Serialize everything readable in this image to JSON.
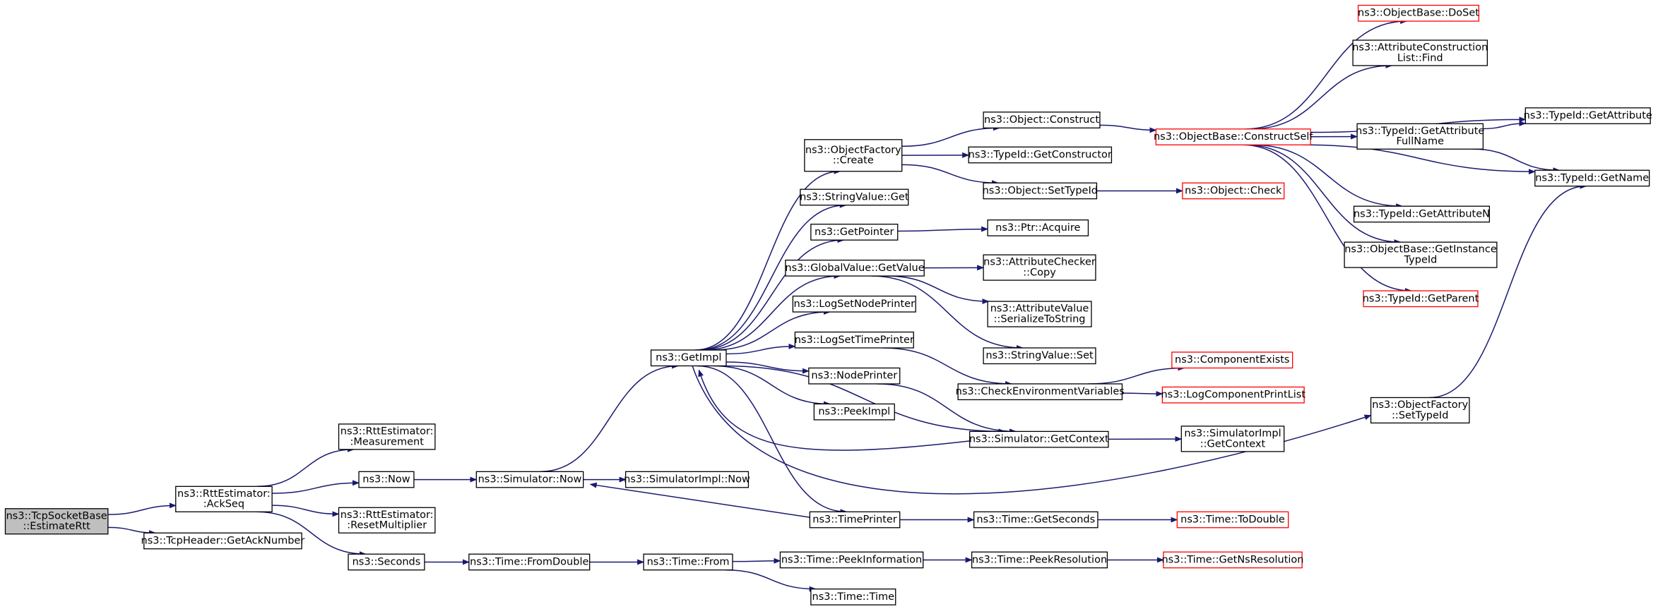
{
  "graph": {
    "colors": {
      "edge": "#191970",
      "border": "#000000",
      "highlight_border": "#ff0000",
      "root_fill": "#bfbfbf"
    },
    "nodes": [
      {
        "id": "n0",
        "label": [
          "ns3::TcpSocketBase",
          "::EstimateRtt"
        ],
        "style": "root"
      },
      {
        "id": "n1",
        "label": [
          "ns3::RttEstimator:",
          ":AckSeq"
        ]
      },
      {
        "id": "n2",
        "label": [
          "ns3::TcpHeader::GetAckNumber"
        ]
      },
      {
        "id": "n3",
        "label": [
          "ns3::RttEstimator:",
          ":Measurement"
        ]
      },
      {
        "id": "n4",
        "label": [
          "ns3::Now"
        ]
      },
      {
        "id": "n5",
        "label": [
          "ns3::RttEstimator:",
          ":ResetMultiplier"
        ]
      },
      {
        "id": "n6",
        "label": [
          "ns3::Seconds"
        ]
      },
      {
        "id": "n7",
        "label": [
          "ns3::Simulator::Now"
        ]
      },
      {
        "id": "n8",
        "label": [
          "ns3::Time::FromDouble"
        ]
      },
      {
        "id": "n9",
        "label": [
          "ns3::GetImpl"
        ]
      },
      {
        "id": "n10",
        "label": [
          "ns3::SimulatorImpl::Now"
        ]
      },
      {
        "id": "n11",
        "label": [
          "ns3::Time::From"
        ]
      },
      {
        "id": "n12",
        "label": [
          "ns3::ObjectFactory",
          "::Create"
        ]
      },
      {
        "id": "n13",
        "label": [
          "ns3::StringValue::Get"
        ]
      },
      {
        "id": "n14",
        "label": [
          "ns3::GetPointer"
        ]
      },
      {
        "id": "n15",
        "label": [
          "ns3::GlobalValue::GetValue"
        ]
      },
      {
        "id": "n16",
        "label": [
          "ns3::LogSetNodePrinter"
        ]
      },
      {
        "id": "n17",
        "label": [
          "ns3::LogSetTimePrinter"
        ]
      },
      {
        "id": "n18",
        "label": [
          "ns3::NodePrinter"
        ]
      },
      {
        "id": "n19",
        "label": [
          "ns3::PeekImpl"
        ]
      },
      {
        "id": "n20",
        "label": [
          "ns3::TimePrinter"
        ]
      },
      {
        "id": "n21",
        "label": [
          "ns3::Time::PeekInformation"
        ]
      },
      {
        "id": "n22",
        "label": [
          "ns3::Time::Time"
        ]
      },
      {
        "id": "n23",
        "label": [
          "ns3::Object::Construct"
        ]
      },
      {
        "id": "n24",
        "label": [
          "ns3::TypeId::GetConstructor"
        ]
      },
      {
        "id": "n25",
        "label": [
          "ns3::Object::SetTypeId"
        ]
      },
      {
        "id": "n26",
        "label": [
          "ns3::Ptr::Acquire"
        ]
      },
      {
        "id": "n27",
        "label": [
          "ns3::AttributeChecker",
          "::Copy"
        ]
      },
      {
        "id": "n28",
        "label": [
          "ns3::AttributeValue",
          "::SerializeToString"
        ]
      },
      {
        "id": "n29",
        "label": [
          "ns3::StringValue::Set"
        ]
      },
      {
        "id": "n30",
        "label": [
          "ns3::CheckEnvironmentVariables"
        ]
      },
      {
        "id": "n31",
        "label": [
          "ns3::Simulator::GetContext"
        ]
      },
      {
        "id": "n32",
        "label": [
          "ns3::Time::GetSeconds"
        ]
      },
      {
        "id": "n33",
        "label": [
          "ns3::Time::PeekResolution"
        ]
      },
      {
        "id": "n34",
        "label": [
          "ns3::ObjectBase::ConstructSelf"
        ],
        "style": "red"
      },
      {
        "id": "n35",
        "label": [
          "ns3::Object::Check"
        ],
        "style": "red"
      },
      {
        "id": "n36",
        "label": [
          "ns3::ComponentExists"
        ],
        "style": "red"
      },
      {
        "id": "n37",
        "label": [
          "ns3::LogComponentPrintList"
        ],
        "style": "red"
      },
      {
        "id": "n38",
        "label": [
          "ns3::SimulatorImpl",
          "::GetContext"
        ]
      },
      {
        "id": "n39",
        "label": [
          "ns3::Time::ToDouble"
        ],
        "style": "red"
      },
      {
        "id": "n40",
        "label": [
          "ns3::Time::GetNsResolution"
        ],
        "style": "red"
      },
      {
        "id": "n41",
        "label": [
          "ns3::ObjectBase::DoSet"
        ],
        "style": "red"
      },
      {
        "id": "n42",
        "label": [
          "ns3::AttributeConstruction",
          "List::Find"
        ]
      },
      {
        "id": "n43",
        "label": [
          "ns3::TypeId::GetAttribute",
          "FullName"
        ]
      },
      {
        "id": "n44",
        "label": [
          "ns3::TypeId::GetAttributeN"
        ]
      },
      {
        "id": "n45",
        "label": [
          "ns3::ObjectBase::GetInstance",
          "TypeId"
        ]
      },
      {
        "id": "n46",
        "label": [
          "ns3::TypeId::GetParent"
        ],
        "style": "red"
      },
      {
        "id": "n47",
        "label": [
          "ns3::ObjectFactory",
          "::SetTypeId"
        ]
      },
      {
        "id": "n48",
        "label": [
          "ns3::TypeId::GetAttribute"
        ]
      },
      {
        "id": "n49",
        "label": [
          "ns3::TypeId::GetName"
        ]
      }
    ],
    "edges": [
      [
        "n0",
        "n1"
      ],
      [
        "n0",
        "n2"
      ],
      [
        "n1",
        "n3"
      ],
      [
        "n1",
        "n4"
      ],
      [
        "n1",
        "n5"
      ],
      [
        "n1",
        "n6"
      ],
      [
        "n4",
        "n7"
      ],
      [
        "n6",
        "n8"
      ],
      [
        "n7",
        "n9"
      ],
      [
        "n7",
        "n10"
      ],
      [
        "n8",
        "n11"
      ],
      [
        "n9",
        "n12"
      ],
      [
        "n9",
        "n13"
      ],
      [
        "n9",
        "n14"
      ],
      [
        "n9",
        "n15"
      ],
      [
        "n9",
        "n16"
      ],
      [
        "n9",
        "n17"
      ],
      [
        "n9",
        "n18"
      ],
      [
        "n9",
        "n19"
      ],
      [
        "n9",
        "n20"
      ],
      [
        "n9",
        "n31"
      ],
      [
        "n9",
        "n47"
      ],
      [
        "n11",
        "n21"
      ],
      [
        "n11",
        "n22"
      ],
      [
        "n12",
        "n23"
      ],
      [
        "n12",
        "n24"
      ],
      [
        "n12",
        "n25"
      ],
      [
        "n14",
        "n26"
      ],
      [
        "n15",
        "n27"
      ],
      [
        "n15",
        "n28"
      ],
      [
        "n15",
        "n29"
      ],
      [
        "n17",
        "n30"
      ],
      [
        "n18",
        "n31"
      ],
      [
        "n20",
        "n7"
      ],
      [
        "n20",
        "n32"
      ],
      [
        "n21",
        "n33"
      ],
      [
        "n23",
        "n34"
      ],
      [
        "n25",
        "n35"
      ],
      [
        "n30",
        "n36"
      ],
      [
        "n30",
        "n37"
      ],
      [
        "n31",
        "n9"
      ],
      [
        "n31",
        "n38"
      ],
      [
        "n32",
        "n39"
      ],
      [
        "n33",
        "n40"
      ],
      [
        "n34",
        "n41"
      ],
      [
        "n34",
        "n42"
      ],
      [
        "n34",
        "n43"
      ],
      [
        "n34",
        "n48"
      ],
      [
        "n34",
        "n49"
      ],
      [
        "n34",
        "n44"
      ],
      [
        "n34",
        "n45"
      ],
      [
        "n34",
        "n46"
      ],
      [
        "n43",
        "n48"
      ],
      [
        "n43",
        "n49"
      ],
      [
        "n47",
        "n49"
      ]
    ]
  }
}
